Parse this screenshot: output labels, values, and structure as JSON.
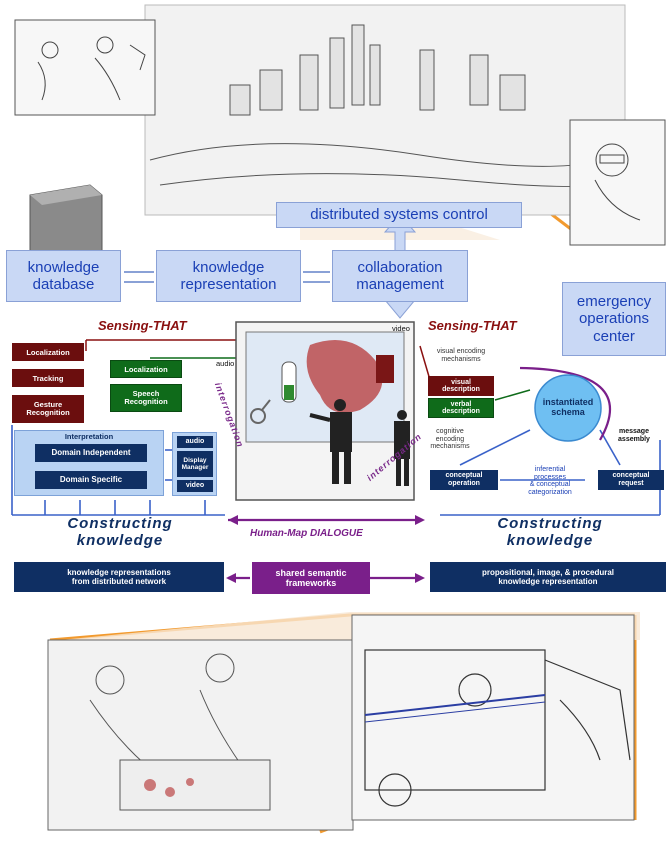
{
  "top": {
    "distributed": "distributed systems control",
    "knowledge_database": "knowledge\ndatabase",
    "knowledge_representation": "knowledge\nrepresentation",
    "collaboration": "collaboration\nmanagement",
    "emergency": "emergency\noperations\ncenter"
  },
  "middle": {
    "sensing_left": "Sensing-THAT",
    "sensing_right": "Sensing-THAT",
    "video": "video",
    "audio": "audio",
    "dialogue": "Human-Map DIALOGUE",
    "interrogation": "interrogation",
    "visual_encoding": "visual encoding\nmechanisms",
    "cognitive_encoding": "cognitive\nencoding\nmechanisms",
    "message_assembly": "message\nassembly",
    "inferential": "inferential\nprocesses\n& conceptual\ncategorization"
  },
  "left_stack": {
    "localization": "Localization",
    "tracking": "Tracking",
    "gesture": "Gesture\nRecognition",
    "green_localization": "Localization",
    "speech": "Speech\nRecognition",
    "interpretation": "Interpretation",
    "domain_independent": "Domain Independent",
    "domain_specific": "Domain Specific",
    "audio": "audio",
    "display_manager": "Display\nManager",
    "video": "video"
  },
  "right_stack": {
    "visual_description": "visual\ndescription",
    "verbal_description": "verbal\ndescription",
    "instantiated_schema": "instantiated\nschema",
    "conceptual_operation": "conceptual\noperation",
    "conceptual_request": "conceptual\nrequest"
  },
  "bottom": {
    "constructing_left": "Constructing\nknowledge",
    "constructing_right": "Constructing\nknowledge",
    "knowledge_reps": "knowledge representations\nfrom distributed network",
    "shared": "shared semantic\nframeworks",
    "propositional": "propositional, image, & procedural\nknowledge representation"
  },
  "colors": {
    "accent_blue": "#1a3fb5",
    "dark_navy": "#0f2f63",
    "purple": "#7a1f8a",
    "orange": "#f29a2e",
    "red": "#8a1010",
    "green": "#0f6b1a"
  }
}
